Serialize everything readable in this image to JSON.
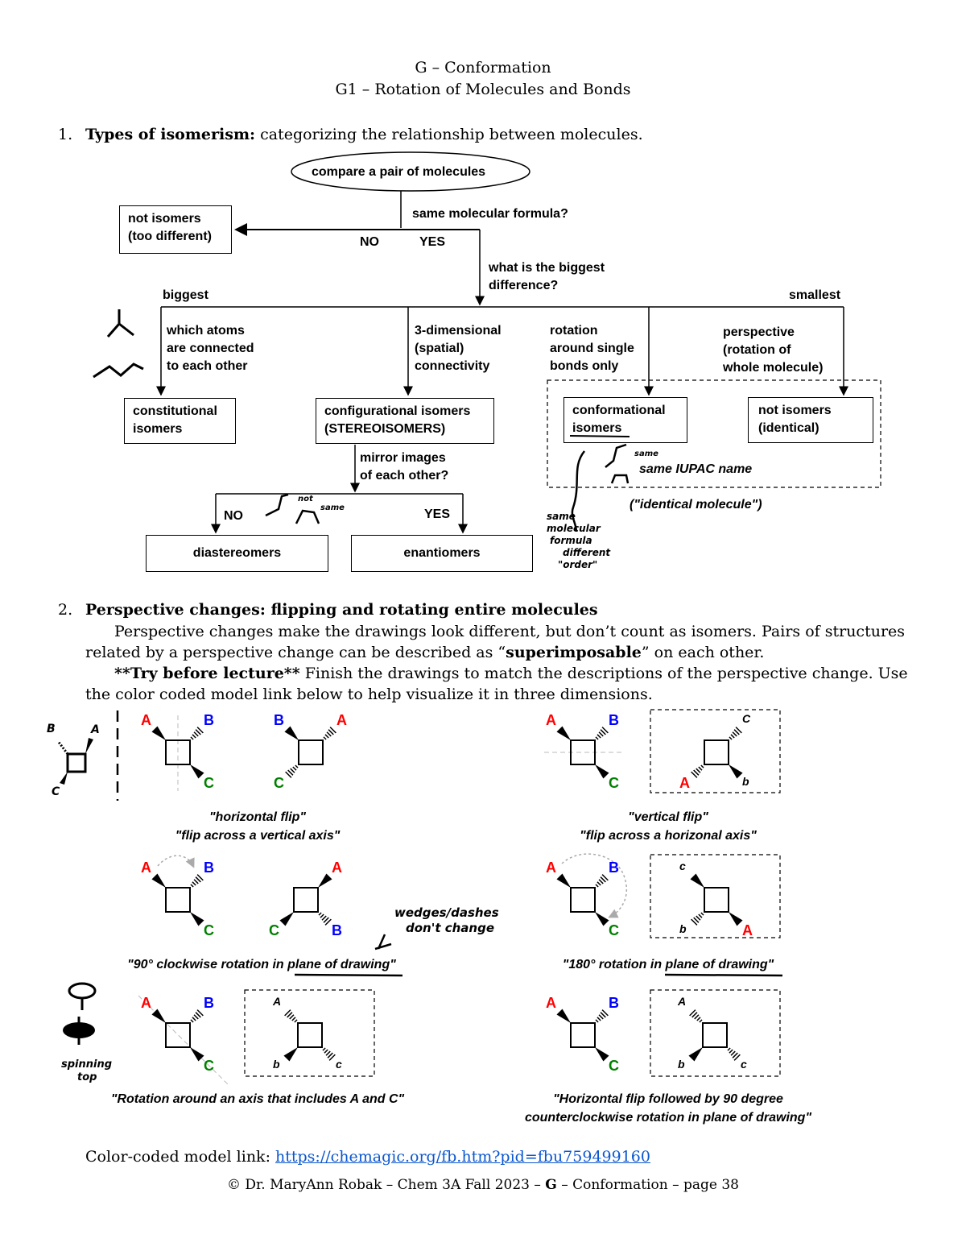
{
  "header": {
    "title": "G – Conformation",
    "subtitle": "G1 – Rotation of Molecules and Bonds"
  },
  "section1": {
    "number": "1.",
    "heading": "Types of isomerism:",
    "text": " categorizing the relationship between molecules."
  },
  "flowchart": {
    "start": "compare a pair of molecules",
    "q1": "same molecular formula?",
    "no": "NO",
    "yes": "YES",
    "not_isomers_1": "not isomers",
    "not_isomers_2": "(too different)",
    "q2_1": "what is the biggest",
    "q2_2": "difference?",
    "biggest": "biggest",
    "smallest": "smallest",
    "b1_1": "which atoms",
    "b1_2": "are connected",
    "b1_3": "to each other",
    "b2_1": "3-dimensional",
    "b2_2": "(spatial)",
    "b2_3": "connectivity",
    "b3_1": "rotation",
    "b3_2": "around single",
    "b3_3": "bonds only",
    "b4_1": "perspective",
    "b4_2": "(rotation of",
    "b4_3": "whole molecule)",
    "constitutional_1": "constitutional",
    "constitutional_2": "isomers",
    "configurational_1": "configurational isomers",
    "configurational_2": "(STEREOISOMERS)",
    "conformational_1": "conformational",
    "conformational_2": "isomers",
    "identical_1": "not isomers",
    "identical_2": "(identical)",
    "mirror_1": "mirror images",
    "mirror_2": "of each other?",
    "no2": "NO",
    "yes2": "YES",
    "diastereomers": "diastereomers",
    "enantiomers": "enantiomers",
    "same_iupac": "same IUPAC name",
    "identical_molecule": "(\"identical molecule\")",
    "note_not_same_1": "not",
    "note_not_same_2": "same",
    "note_same": "same",
    "hand_note_1": "same",
    "hand_note_2": "molecular",
    "hand_note_3": "formula",
    "hand_note_4": "different",
    "hand_note_5": "\"order\""
  },
  "section2": {
    "number": "2.",
    "heading": "Perspective changes: flipping and rotating entire molecules",
    "p1a": "Perspective changes make the drawings look different, but don’t count as isomers. Pairs of structures",
    "p1b_pre": "related by a perspective change can be described as “",
    "p1b_bold": "superimposable",
    "p1b_post": "” on each other.",
    "p2_bold": "**Try before lecture**",
    "p2a": " Finish the drawings to match the descriptions of the perspective change. Use",
    "p2b": "the color coded model link below to help visualize it in three dimensions."
  },
  "atoms": {
    "a": "A",
    "b": "B",
    "c": "C"
  },
  "hand_atoms": {
    "a": "A",
    "b": "B",
    "c": "C",
    "b_lower": "b",
    "c_lower": "c"
  },
  "captions": {
    "c1a": "\"horizontal flip\"",
    "c1b": "\"flip across a vertical axis\"",
    "c2a": "\"vertical flip\"",
    "c2b": "\"flip across a horizonal axis\"",
    "c3": "\"90° clockwise rotation in plane of drawing\"",
    "c4": "\"180° rotation in plane of drawing\"",
    "c5": "\"Rotation around an axis that includes A and C\"",
    "c6a": "\"Horizontal flip followed by 90 degree",
    "c6b": "counterclockwise rotation in plane of drawing\""
  },
  "notes": {
    "wedges_1": "wedges/dashes",
    "wedges_2": "don't change",
    "spinning_1": "spinning",
    "spinning_2": "top"
  },
  "link": {
    "label": "Color-coded model link: ",
    "url": "https://chemagic.org/fb.htm?pid=fbu759499160"
  },
  "footer": {
    "pre": "© Dr. MaryAnn Robak – Chem 3A Fall 2023 – ",
    "bold": "G",
    "post": " – Conformation – page 38"
  },
  "colors": {
    "red": "#ff0000",
    "blue": "#0000ff",
    "green": "#008000",
    "link": "#0b57d0"
  }
}
